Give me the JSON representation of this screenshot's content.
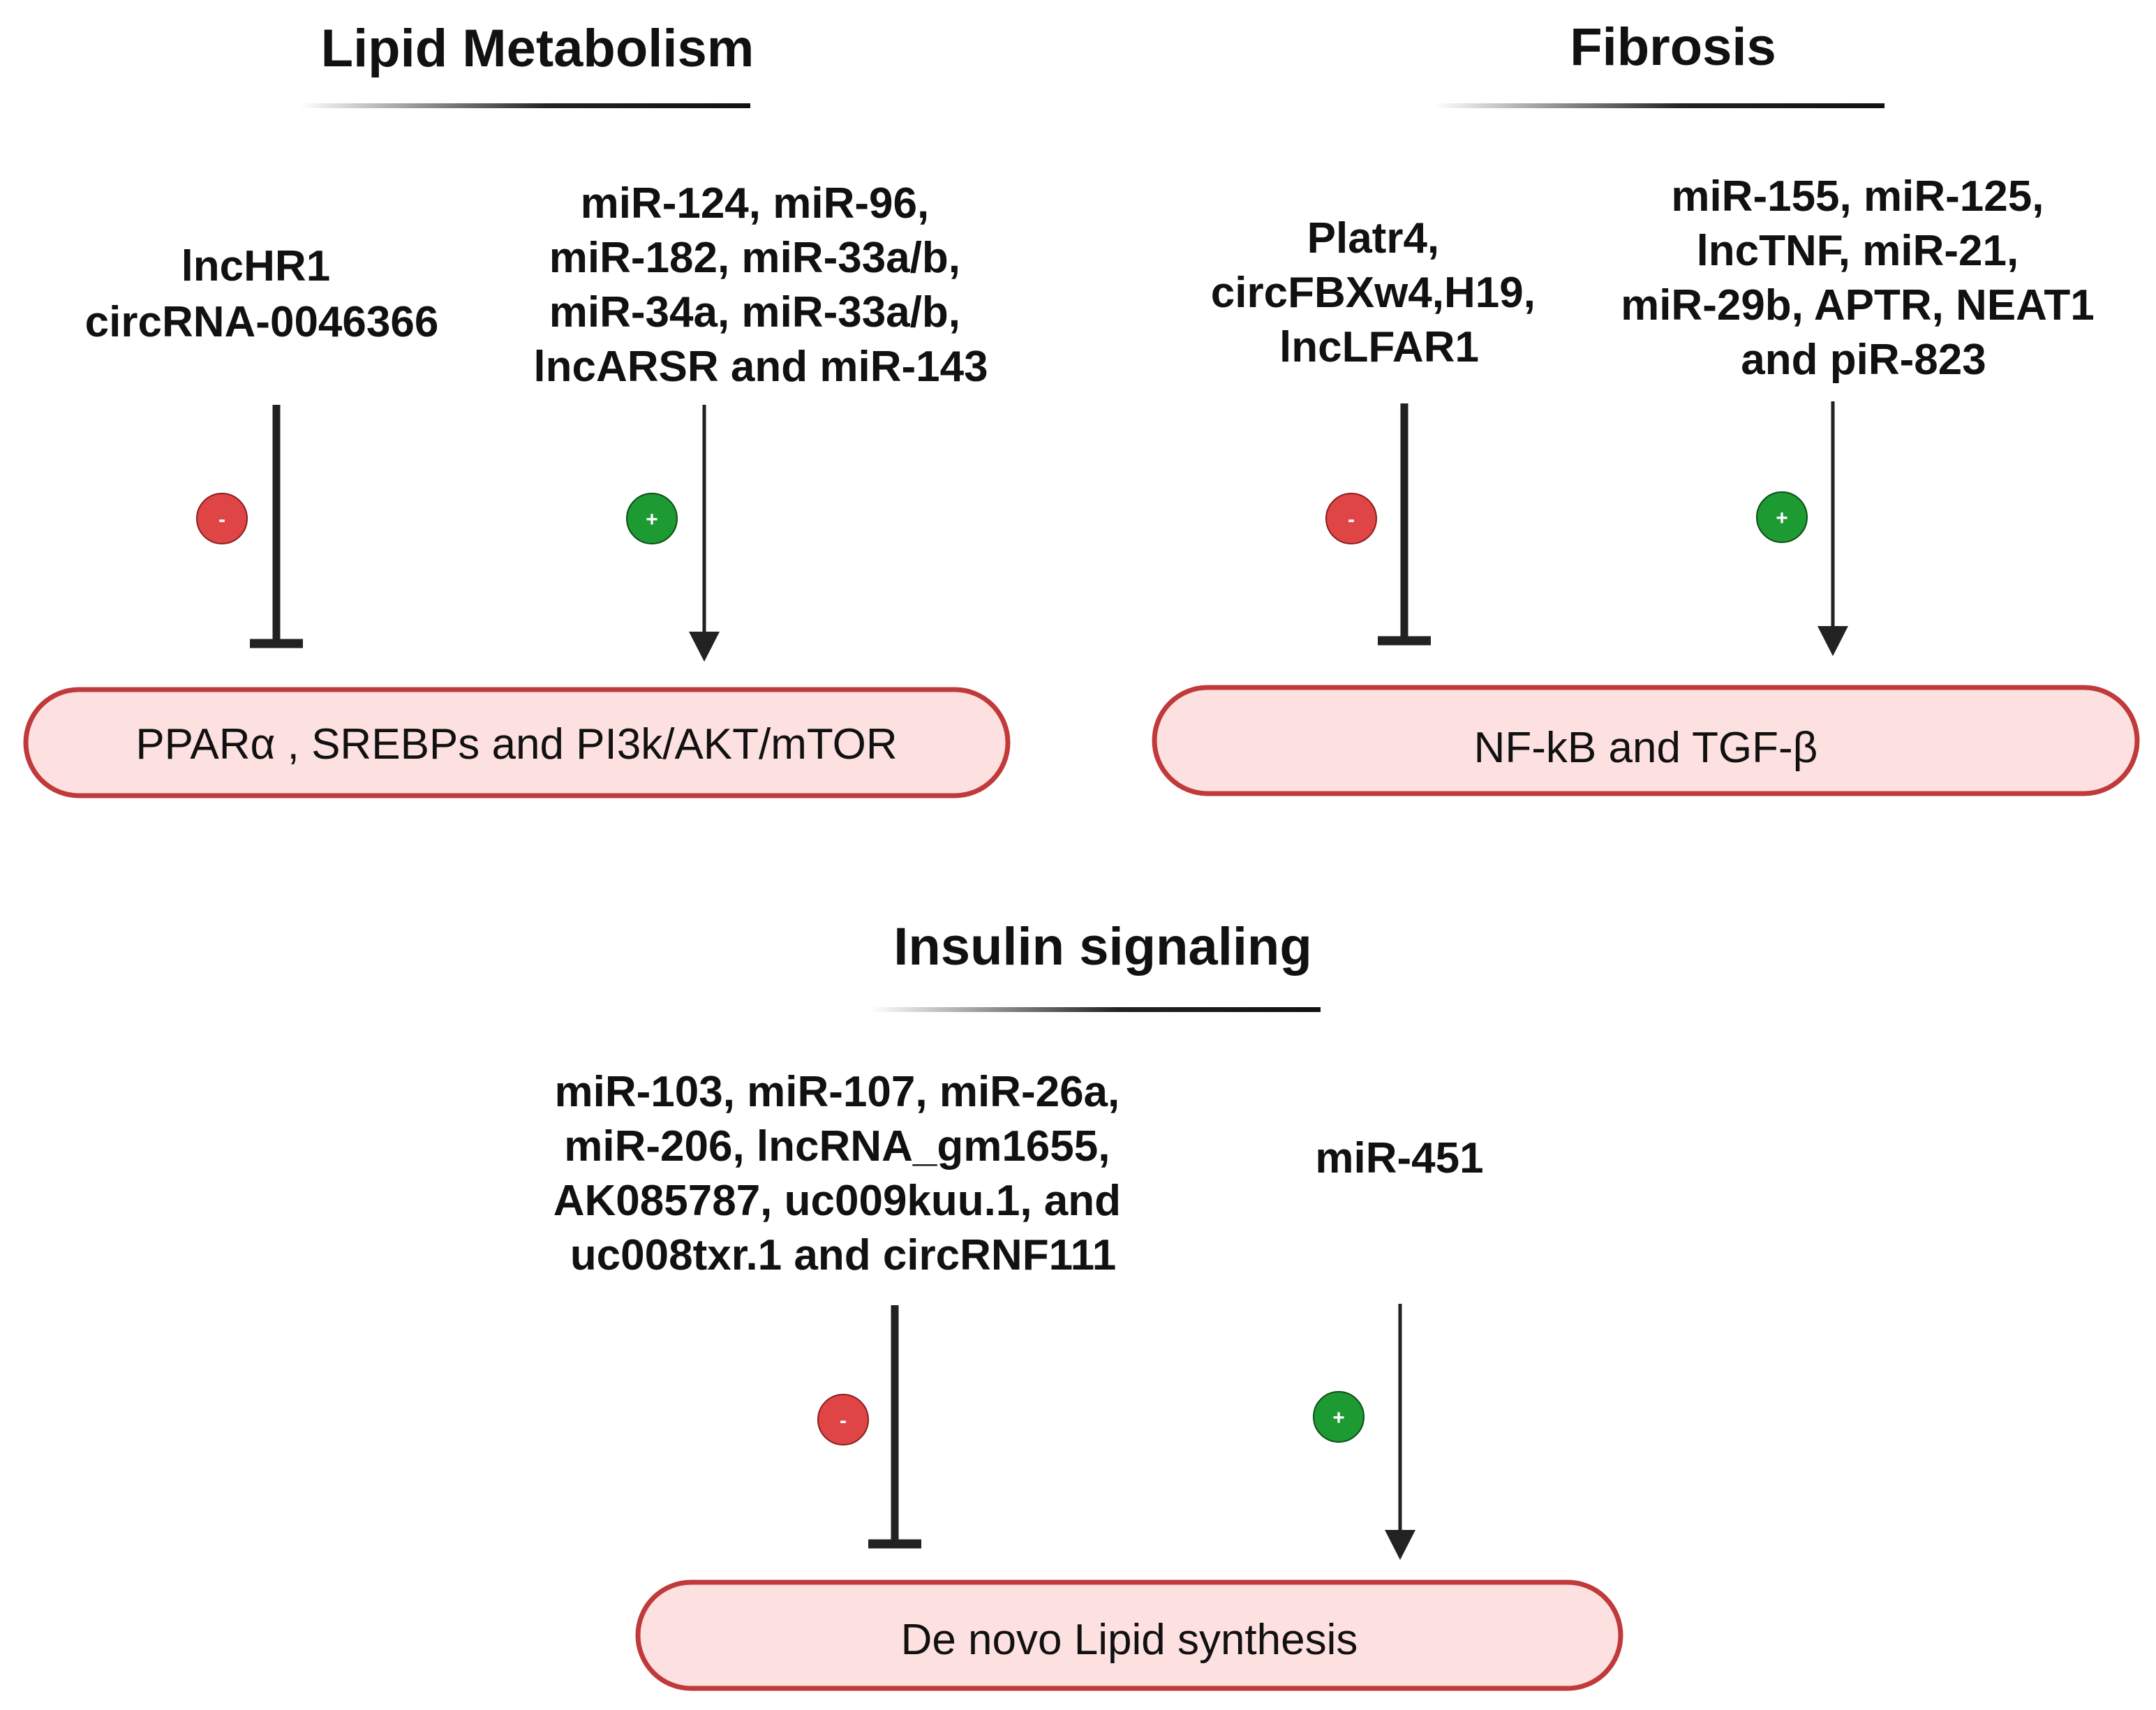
{
  "colors": {
    "inhibit": "#e04545",
    "activate": "#1e9a32",
    "box_fill": "#fde0e0",
    "box_stroke": "#c0393b",
    "line": "#222222"
  },
  "panels": [
    {
      "title": "Lipid Metabolism",
      "inhibitors": [
        "lncHR1",
        "circRNA-0046366"
      ],
      "inhibit_sign": "-",
      "activators": [
        "miR-124, miR-96,",
        "miR-182, miR-33a/b,",
        "miR-34a, miR-33a/b,",
        "lncARSR and miR-143"
      ],
      "activate_sign": "+",
      "target": "PPARα , SREBPs and PI3k/AKT/mTOR"
    },
    {
      "title": "Fibrosis",
      "inhibitors": [
        "Platr4,",
        "circFBXw4,H19,",
        "lncLFAR1"
      ],
      "inhibit_sign": "-",
      "activators": [
        "miR-155, miR-125,",
        "lncTNF, miR-21,",
        "miR-29b, APTR, NEAT1",
        "and piR-823"
      ],
      "activate_sign": "+",
      "target": "NF-kB and TGF-β"
    },
    {
      "title": "Insulin signaling",
      "inhibitors": [
        "miR-103, miR-107, miR-26a,",
        "miR-206, lncRNA_gm1655,",
        "AK085787, uc009kuu.1, and",
        "uc008txr.1 and circRNF111"
      ],
      "inhibit_sign": "-",
      "activators": [
        "miR-451"
      ],
      "activate_sign": "+",
      "target": "De novo Lipid synthesis"
    }
  ]
}
